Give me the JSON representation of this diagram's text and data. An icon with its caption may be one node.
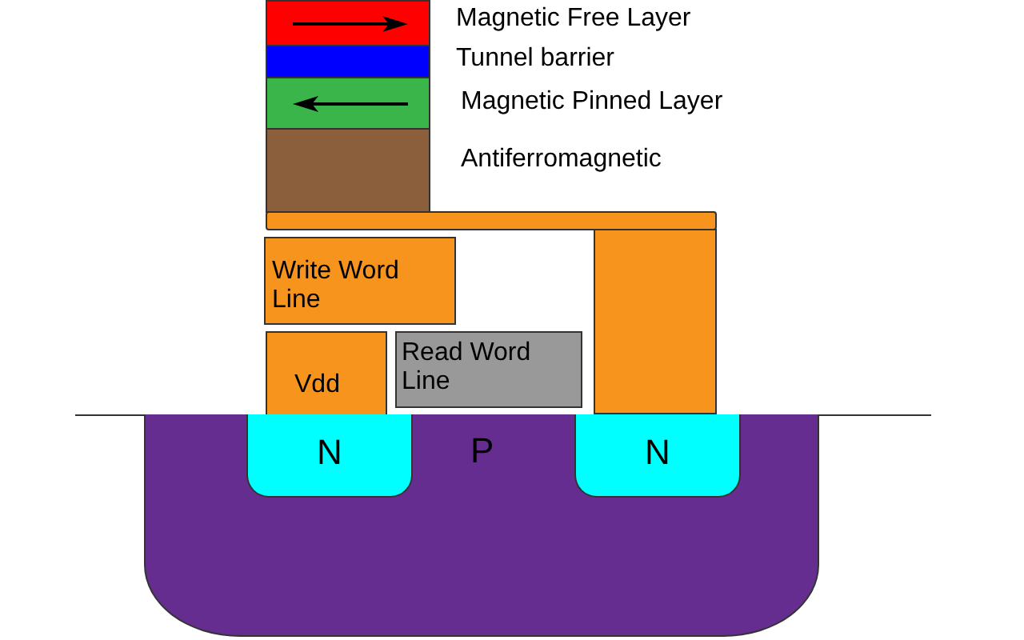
{
  "diagram": {
    "nodes": [
      {
        "text": [],
        "shape": "box",
        "beside": [
          "Magnetic Free Layer"
        ]
      },
      {
        "text": [],
        "shape": "box",
        "beside": [
          "Tunnel barrier"
        ]
      },
      {
        "text": [],
        "shape": "box",
        "beside": [
          "Magnetic Pinned Layer"
        ]
      },
      {
        "text": [],
        "shape": "box",
        "beside": [
          "Antiferromagnetic"
        ]
      },
      {
        "text": [],
        "shape": "bar"
      },
      {
        "text": [],
        "shape": "box"
      },
      {
        "text": [
          "Write Word Line"
        ]
      },
      {
        "text": [
          "Vdd"
        ]
      },
      {
        "text": [
          "Read Word Line"
        ]
      },
      {
        "text": [
          "P"
        ]
      },
      {
        "text": [
          "N"
        ],
        "in": 9
      },
      {
        "text": [
          "N"
        ],
        "in": 9
      }
    ]
  }
}
